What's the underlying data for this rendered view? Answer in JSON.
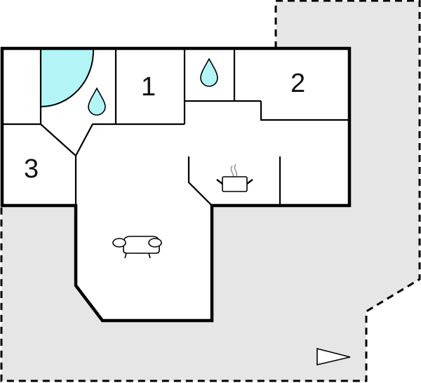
{
  "diagram": {
    "type": "floor-plan",
    "colors": {
      "plot_fill": "#e6e6e6",
      "wall": "#000000",
      "water": "#b3f5f7",
      "room_fill": "#ffffff",
      "steam": "#999999"
    },
    "rooms": [
      {
        "id": "bedroom-1",
        "label": "1"
      },
      {
        "id": "bedroom-2",
        "label": "2"
      },
      {
        "id": "bedroom-3",
        "label": "3"
      }
    ],
    "icons": [
      {
        "name": "shower-icon",
        "room": "bathroom-1"
      },
      {
        "name": "water-drop-icon",
        "room": "bathroom-1"
      },
      {
        "name": "water-drop-icon",
        "room": "bathroom-2"
      },
      {
        "name": "cooking-pot-icon",
        "room": "kitchen"
      },
      {
        "name": "sofa-icon",
        "room": "living-room"
      },
      {
        "name": "entrance-arrow-icon",
        "room": "plot"
      }
    ]
  }
}
